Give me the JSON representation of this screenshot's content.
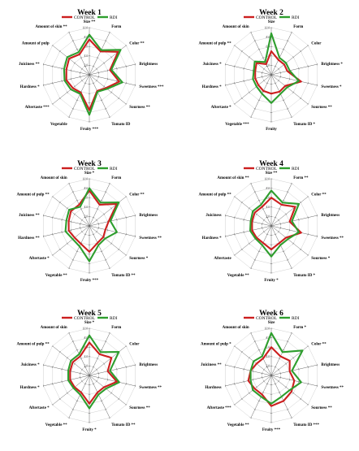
{
  "colors": {
    "control": "#cc1f1f",
    "rdi": "#2e9e2e",
    "grid": "#cfcfcf",
    "spoke": "#555555"
  },
  "legend": {
    "control_label": "CONTROL",
    "rdi_label": "RDI"
  },
  "chart_data": [
    {
      "type": "radar",
      "title": "Week 1",
      "rlim": [
        0,
        10
      ],
      "ticks": [
        "2.0",
        "4.0",
        "6.0",
        "8.0",
        "10.0"
      ],
      "axes": [
        "Size **",
        "Form",
        "Color **",
        "Brightness",
        "Sweetness ***",
        "Sourness **",
        "Tomato ID",
        "Fruity ***",
        "Vegetable",
        "Aftertaste ***",
        "Hardness *",
        "Juiciness **",
        "Amount of pulp",
        "Amount of skin **"
      ],
      "series": [
        {
          "name": "CONTROL",
          "values": [
            7.5,
            5.5,
            7.8,
            4.5,
            6.5,
            4.5,
            3.8,
            7.5,
            4.2,
            4.5,
            5,
            5,
            5.5,
            4.8
          ]
        },
        {
          "name": "RDI",
          "values": [
            8.5,
            5.8,
            8.5,
            4.8,
            7.2,
            4.8,
            4,
            8.5,
            4.5,
            5,
            5.4,
            5.5,
            6,
            5.3
          ]
        }
      ]
    },
    {
      "type": "radar",
      "title": "Week 2",
      "rlim": [
        0,
        10
      ],
      "ticks": [
        "2.0",
        "4.0",
        "6.0",
        "8.0",
        "10.0"
      ],
      "axes": [
        "Size",
        "Form",
        "Color",
        "Brightness *",
        "Sweetness *",
        "Sourness **",
        "Tomato ID *",
        "Fruity",
        "Vegetable ***",
        "Aftertaste *",
        "Hardness *",
        "Juiciness *",
        "Amount of pulp **",
        "Amount of skin"
      ],
      "series": [
        {
          "name": "CONTROL",
          "values": [
            5,
            3.5,
            3.5,
            3.5,
            6.5,
            3.8,
            4,
            4,
            3.8,
            3.5,
            3.5,
            3.5,
            4,
            2.5
          ]
        },
        {
          "name": "RDI",
          "values": [
            8.8,
            4,
            4,
            4,
            6,
            4.3,
            4.5,
            6,
            4.5,
            4,
            4,
            3.8,
            4.5,
            3
          ]
        }
      ]
    },
    {
      "type": "radar",
      "title": "Week 3",
      "rlim": [
        0,
        10
      ],
      "ticks": [
        "2.0",
        "4.0",
        "6.0",
        "8.0",
        "10.0"
      ],
      "axes": [
        "Size *",
        "Form",
        "Color **",
        "Brightness",
        "Sweetness **",
        "Sourness *",
        "Tomato ID **",
        "Fruity ***",
        "Vegetable **",
        "Aftertaste *",
        "Hardness **",
        "Juiciness **",
        "Amount of pulp **",
        "Amount of skin"
      ],
      "series": [
        {
          "name": "CONTROL",
          "values": [
            7.5,
            5,
            7.5,
            4.2,
            3.5,
            3.8,
            4,
            5.5,
            4.2,
            4,
            4.5,
            4.5,
            5,
            5
          ]
        },
        {
          "name": "RDI",
          "values": [
            8,
            5.5,
            8,
            4.6,
            6,
            4.3,
            4.5,
            7.5,
            4.8,
            4.5,
            5.2,
            5,
            5.5,
            4.5
          ]
        }
      ]
    },
    {
      "type": "radar",
      "title": "Week 4",
      "rlim": [
        0,
        10
      ],
      "ticks": [
        "2.0",
        "4.0",
        "6.0",
        "8.0",
        "10.0"
      ],
      "axes": [
        "Size **",
        "Form **",
        "Color **",
        "Brightness",
        "Sweetness **",
        "Sourness *",
        "Tomato ID *",
        "Fruity *",
        "Vegetable **",
        "Aftertaste",
        "Hardness *",
        "Juiciness",
        "Amount of pulp **",
        "Amount of skin **"
      ],
      "series": [
        {
          "name": "CONTROL",
          "values": [
            6,
            5,
            6.5,
            4,
            6.5,
            4,
            4,
            5,
            4,
            4,
            4.2,
            4.2,
            4.5,
            4.5
          ]
        },
        {
          "name": "RDI",
          "values": [
            7.5,
            5.5,
            7.5,
            4.5,
            6,
            4.5,
            4.5,
            6.5,
            4.5,
            4.3,
            4.6,
            4.5,
            5,
            5
          ]
        }
      ]
    },
    {
      "type": "radar",
      "title": "Week 5",
      "rlim": [
        0,
        10
      ],
      "ticks": [
        "2.0",
        "4.0",
        "6.0",
        "8.0",
        "10.0"
      ],
      "axes": [
        "Size *",
        "Form",
        "Color",
        "Brightness",
        "Sweetness **",
        "Sourness **",
        "Tomato ID **",
        "Fruity *",
        "Vegetable **",
        "Aftertaste *",
        "Hardness *",
        "Juiciness *",
        "Amount of pulp **",
        "Amount of skin"
      ],
      "series": [
        {
          "name": "CONTROL",
          "values": [
            7,
            5,
            6,
            4,
            6,
            4,
            4,
            6,
            4,
            4,
            4.2,
            4.2,
            4.5,
            4.5
          ]
        },
        {
          "name": "RDI",
          "values": [
            8.5,
            5.5,
            8,
            4.5,
            6.5,
            4.5,
            4.5,
            7,
            4.5,
            4.3,
            4.6,
            4.6,
            5,
            5
          ]
        }
      ]
    },
    {
      "type": "radar",
      "title": "Week 6",
      "rlim": [
        0,
        10
      ],
      "ticks": [
        "2.0",
        "4.0",
        "6.0",
        "8.0",
        "10.0"
      ],
      "axes": [
        "Size",
        "Form *",
        "Color **",
        "Brightness",
        "Sweetness **",
        "Sourness **",
        "Tomato ID ***",
        "Fruity ***",
        "Vegetable **",
        "Aftertaste ***",
        "Hardness",
        "Juiciness **",
        "Amount of pulp *",
        "Amount of skin"
      ],
      "series": [
        {
          "name": "CONTROL",
          "values": [
            6,
            4.5,
            5,
            4,
            5,
            5.5,
            6,
            6.5,
            4.5,
            4.5,
            5,
            4.5,
            4,
            4
          ]
        },
        {
          "name": "RDI",
          "values": [
            9,
            5.5,
            8.5,
            4.5,
            6.5,
            5,
            5,
            6,
            5,
            5,
            4.5,
            4.5,
            4.8,
            4.5
          ]
        }
      ]
    }
  ]
}
